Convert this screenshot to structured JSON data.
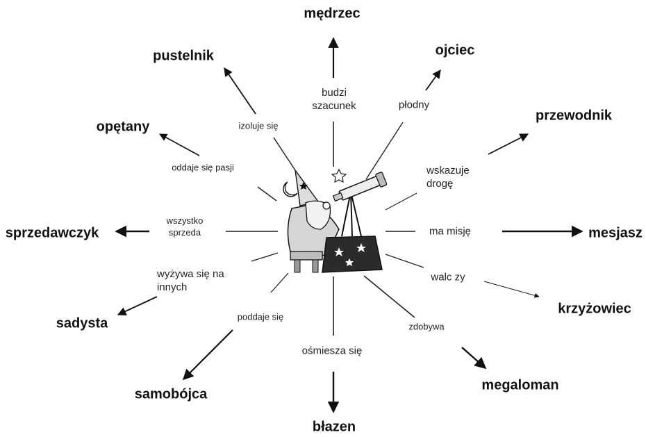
{
  "diagram": {
    "center_figure": "wizard-astronomer-illustration",
    "branches": [
      {
        "id": "top",
        "trait": "budzi\nszacunek",
        "outcome": "mędrzec"
      },
      {
        "id": "top-right",
        "trait": "płodny",
        "outcome": "ojciec"
      },
      {
        "id": "right-up",
        "trait": "wskazuje\ndrogę",
        "outcome": "przewodnik"
      },
      {
        "id": "right",
        "trait": "ma misję",
        "outcome": "mesjasz"
      },
      {
        "id": "right-down",
        "trait": "walc zy",
        "outcome": "krzyżowiec"
      },
      {
        "id": "bottom-right",
        "trait": "zdobywa",
        "outcome": "megaloman"
      },
      {
        "id": "bottom",
        "trait": "ośmiesza się",
        "outcome": "błazen"
      },
      {
        "id": "bottom-left",
        "trait": "poddaje się",
        "outcome": "samobójca"
      },
      {
        "id": "left-down",
        "trait": "wyżywa się na\ninnych",
        "outcome": "sadysta"
      },
      {
        "id": "left",
        "trait": "wszystko\nsprzeda",
        "outcome": "sprzedawczyk"
      },
      {
        "id": "left-up",
        "trait": "oddaje się pasji",
        "outcome": "opętany"
      },
      {
        "id": "top-left",
        "trait": "izoluje się",
        "outcome": "pustelnik"
      }
    ]
  }
}
